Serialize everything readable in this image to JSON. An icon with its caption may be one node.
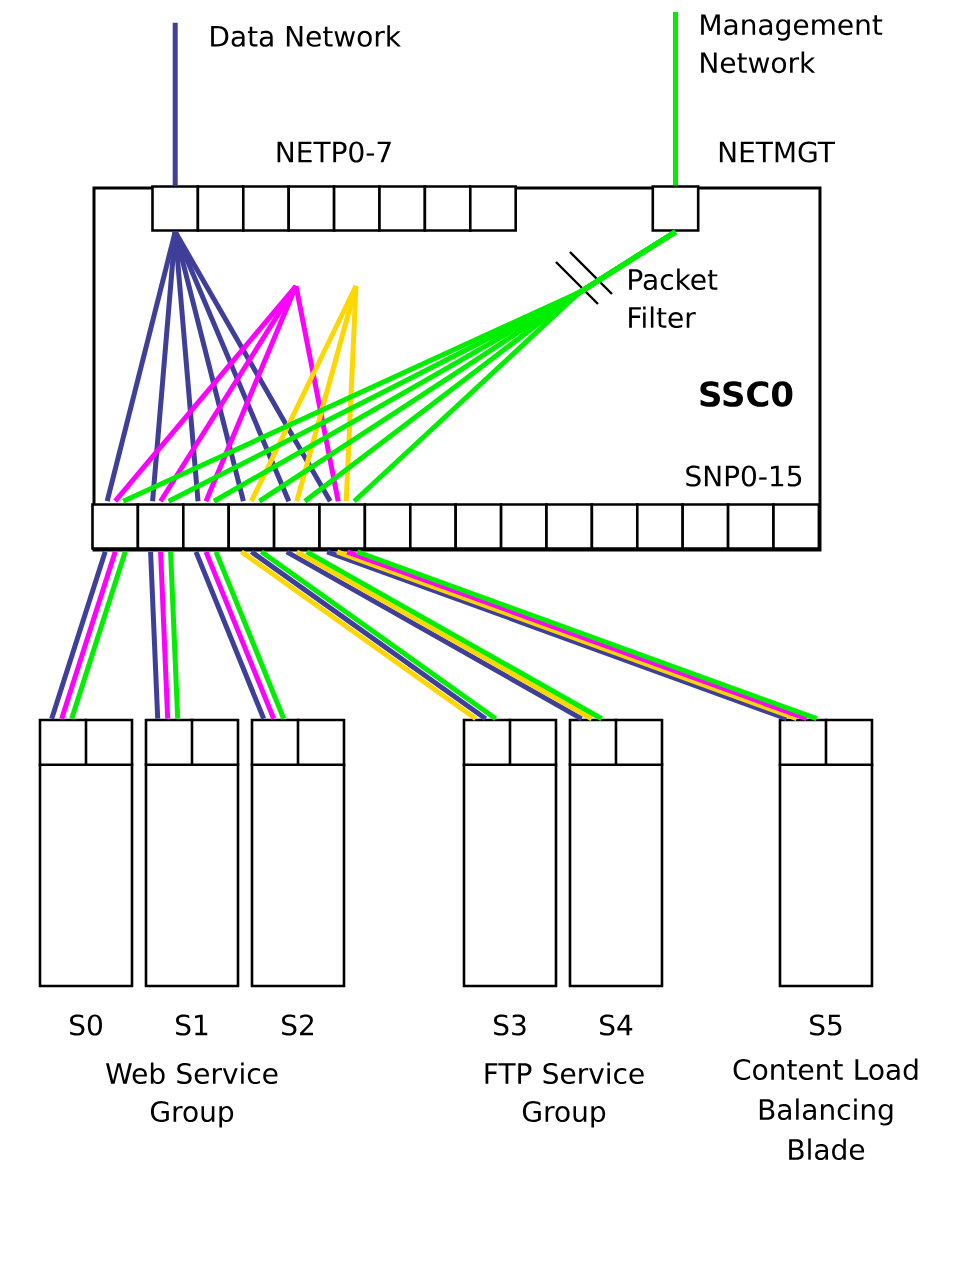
{
  "diagram": {
    "nodes": [
      {
        "text": [
          "Data Network"
        ]
      },
      {
        "text": [
          "Management Network"
        ]
      },
      {
        "text": [
          "SSC0"
        ]
      },
      {
        "text": [],
        "shape": "box",
        "in": 2
      },
      {
        "text": [],
        "shape": "box",
        "in": 2
      },
      {
        "text": [],
        "shape": "box",
        "in": 2
      },
      {
        "text": [],
        "shape": "box",
        "in": 2
      },
      {
        "text": [],
        "shape": "box",
        "in": 2
      },
      {
        "text": [],
        "shape": "box",
        "in": 2
      },
      {
        "text": [],
        "shape": "box",
        "in": 2
      },
      {
        "text": [],
        "shape": "box",
        "in": 2
      },
      {
        "text": [],
        "shape": "box",
        "in": 2
      },
      {
        "text": [],
        "shape": "box",
        "in": 2
      },
      {
        "text": [],
        "shape": "box",
        "in": 2
      },
      {
        "text": [],
        "shape": "box",
        "in": 2
      },
      {
        "text": [],
        "shape": "box",
        "in": 2
      },
      {
        "text": [],
        "shape": "box",
        "in": 2
      },
      {
        "text": [],
        "shape": "box",
        "in": 2
      },
      {
        "text": [],
        "shape": "box",
        "in": 2
      },
      {
        "text": [],
        "shape": "box",
        "in": 2
      },
      {
        "text": [],
        "shape": "box",
        "in": 2
      },
      {
        "text": [],
        "shape": "box",
        "in": 2
      },
      {
        "text": [],
        "shape": "box",
        "in": 2
      },
      {
        "text": [],
        "shape": "box",
        "in": 2
      },
      {
        "text": [],
        "shape": "box",
        "in": 2
      },
      {
        "text": [],
        "shape": "box",
        "in": 2
      },
      {
        "text": [],
        "shape": "box",
        "in": 2
      },
      {
        "text": [],
        "shape": "box",
        "in": 2
      },
      {
        "text": [],
        "shape": "box",
        "beside": [
          "S0"
        ]
      },
      {
        "text": [],
        "shape": "box",
        "beside": [
          "S1"
        ]
      },
      {
        "text": [],
        "shape": "box",
        "beside": [
          "S2"
        ]
      },
      {
        "text": [],
        "shape": "box",
        "beside": [
          "S3"
        ]
      },
      {
        "text": [],
        "shape": "box",
        "beside": [
          "S4"
        ]
      },
      {
        "text": [],
        "shape": "box",
        "beside": [
          "S5",
          "Content Load Balancing Blade"
        ]
      }
    ],
    "edges": [
      {
        "from": 0,
        "to": 3,
        "arrow": "none",
        "color": "#3f3f9a"
      },
      {
        "from": 1,
        "to": 11,
        "arrow": "none",
        "color": "#00ee00"
      },
      {
        "from": 3,
        "to": 12,
        "arrow": "none",
        "color": "#3f3f9a"
      },
      {
        "from": 3,
        "to": 13,
        "arrow": "none",
        "color": "#3f3f9a"
      },
      {
        "from": 3,
        "to": 14,
        "arrow": "none",
        "color": "#3f3f9a"
      },
      {
        "from": 3,
        "to": 15,
        "arrow": "none",
        "color": "#3f3f9a"
      },
      {
        "from": 3,
        "to": 16,
        "arrow": "none",
        "color": "#3f3f9a"
      },
      {
        "from": 3,
        "to": 17,
        "arrow": "none",
        "color": "#3f3f9a"
      },
      {
        "from": null,
        "to": 12,
        "arrow": "none",
        "color": "#ff00ff"
      },
      {
        "from": null,
        "to": 13,
        "arrow": "none",
        "color": "#ff00ff"
      },
      {
        "from": null,
        "to": 14,
        "arrow": "none",
        "color": "#ff00ff"
      },
      {
        "from": null,
        "to": 17,
        "arrow": "none",
        "color": "#ff00ff"
      },
      {
        "from": null,
        "to": 15,
        "arrow": "none",
        "color": "#ffd700"
      },
      {
        "from": null,
        "to": 16,
        "arrow": "none",
        "color": "#ffd700"
      },
      {
        "from": null,
        "to": 17,
        "arrow": "none",
        "color": "#ffd700"
      },
      {
        "from": 11,
        "to": 12,
        "arrow": "none",
        "color": "#00ee00"
      },
      {
        "from": 11,
        "to": 13,
        "arrow": "none",
        "color": "#00ee00"
      },
      {
        "from": 11,
        "to": 14,
        "arrow": "none",
        "color": "#00ee00"
      },
      {
        "from": 11,
        "to": 15,
        "arrow": "none",
        "color": "#00ee00"
      },
      {
        "from": 11,
        "to": 16,
        "arrow": "none",
        "color": "#00ee00"
      },
      {
        "from": 11,
        "to": 17,
        "arrow": "none",
        "color": "#00ee00"
      },
      {
        "from": 12,
        "to": 28,
        "arrow": "none",
        "color": "#3f3f9a"
      },
      {
        "from": 12,
        "to": 28,
        "arrow": "none",
        "color": "#ff00ff"
      },
      {
        "from": 12,
        "to": 28,
        "arrow": "none",
        "color": "#00ee00"
      },
      {
        "from": 13,
        "to": 29,
        "arrow": "none",
        "color": "#3f3f9a"
      },
      {
        "from": 13,
        "to": 29,
        "arrow": "none",
        "color": "#ff00ff"
      },
      {
        "from": 13,
        "to": 29,
        "arrow": "none",
        "color": "#00ee00"
      },
      {
        "from": 14,
        "to": 30,
        "arrow": "none",
        "color": "#3f3f9a"
      },
      {
        "from": 14,
        "to": 30,
        "arrow": "none",
        "color": "#ff00ff"
      },
      {
        "from": 14,
        "to": 30,
        "arrow": "none",
        "color": "#00ee00"
      },
      {
        "from": 15,
        "to": 31,
        "arrow": "none",
        "color": "#ffd700"
      },
      {
        "from": 15,
        "to": 31,
        "arrow": "none",
        "color": "#3f3f9a"
      },
      {
        "from": 15,
        "to": 31,
        "arrow": "none",
        "color": "#00ee00"
      },
      {
        "from": 16,
        "to": 32,
        "arrow": "none",
        "color": "#3f3f9a"
      },
      {
        "from": 16,
        "to": 32,
        "arrow": "none",
        "color": "#ffd700"
      },
      {
        "from": 16,
        "to": 32,
        "arrow": "none",
        "color": "#00ee00"
      },
      {
        "from": 17,
        "to": 33,
        "arrow": "none",
        "color": "#3f3f9a"
      },
      {
        "from": 17,
        "to": 33,
        "arrow": "none",
        "color": "#ffd700"
      },
      {
        "from": 17,
        "to": 33,
        "arrow": "none",
        "color": "#ff00ff"
      },
      {
        "from": 17,
        "to": 33,
        "arrow": "none",
        "color": "#00ee00"
      }
    ],
    "labels": [
      "NETP0-7",
      "NETMGT",
      "Packet Filter",
      "SNP0-15",
      "Web Service Group",
      "FTP Service Group"
    ]
  }
}
